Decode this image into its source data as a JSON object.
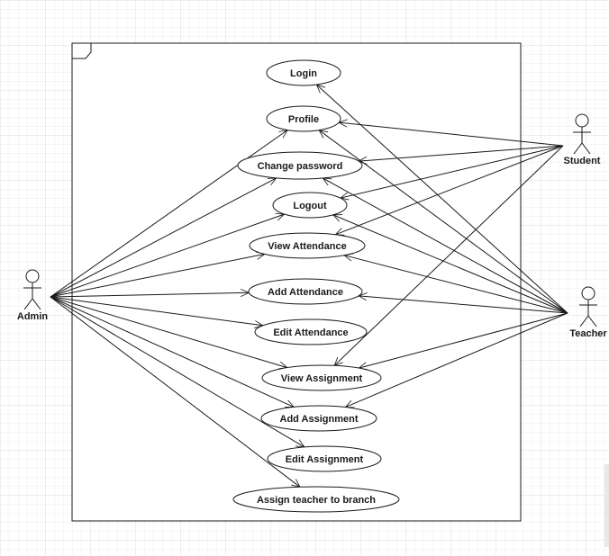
{
  "diagram": {
    "actors": [
      {
        "id": "admin",
        "name": "Admin"
      },
      {
        "id": "student",
        "name": "Student"
      },
      {
        "id": "teacher",
        "name": "Teacher"
      }
    ],
    "use_cases": [
      {
        "id": "login",
        "label": "Login"
      },
      {
        "id": "profile",
        "label": "Profile"
      },
      {
        "id": "change_password",
        "label": "Change password"
      },
      {
        "id": "logout",
        "label": "Logout"
      },
      {
        "id": "view_attendance",
        "label": "View Attendance"
      },
      {
        "id": "add_attendance",
        "label": "Add Attendance"
      },
      {
        "id": "edit_attendance",
        "label": "Edit Attendance"
      },
      {
        "id": "view_assignment",
        "label": "View Assignment"
      },
      {
        "id": "add_assignment",
        "label": "Add Assignment"
      },
      {
        "id": "edit_assignment",
        "label": "Edit Assignment"
      },
      {
        "id": "assign_teacher",
        "label": "Assign teacher to branch"
      }
    ],
    "associations": [
      {
        "from": "admin",
        "to": "profile"
      },
      {
        "from": "admin",
        "to": "change_password"
      },
      {
        "from": "admin",
        "to": "logout"
      },
      {
        "from": "admin",
        "to": "view_attendance"
      },
      {
        "from": "admin",
        "to": "add_attendance"
      },
      {
        "from": "admin",
        "to": "edit_attendance"
      },
      {
        "from": "admin",
        "to": "view_assignment"
      },
      {
        "from": "admin",
        "to": "add_assignment"
      },
      {
        "from": "admin",
        "to": "edit_assignment"
      },
      {
        "from": "admin",
        "to": "assign_teacher"
      },
      {
        "from": "student",
        "to": "profile"
      },
      {
        "from": "student",
        "to": "change_password"
      },
      {
        "from": "student",
        "to": "logout"
      },
      {
        "from": "student",
        "to": "view_attendance"
      },
      {
        "from": "student",
        "to": "view_assignment"
      },
      {
        "from": "teacher",
        "to": "login"
      },
      {
        "from": "teacher",
        "to": "profile"
      },
      {
        "from": "teacher",
        "to": "change_password"
      },
      {
        "from": "teacher",
        "to": "logout"
      },
      {
        "from": "teacher",
        "to": "view_attendance"
      },
      {
        "from": "teacher",
        "to": "add_attendance"
      },
      {
        "from": "teacher",
        "to": "view_assignment"
      },
      {
        "from": "teacher",
        "to": "add_assignment"
      }
    ]
  },
  "colors": {
    "grid": "#e6e6e6",
    "grid_major": "#d9d9d9",
    "stroke": "#1a1a1a",
    "fill": "#ffffff"
  }
}
